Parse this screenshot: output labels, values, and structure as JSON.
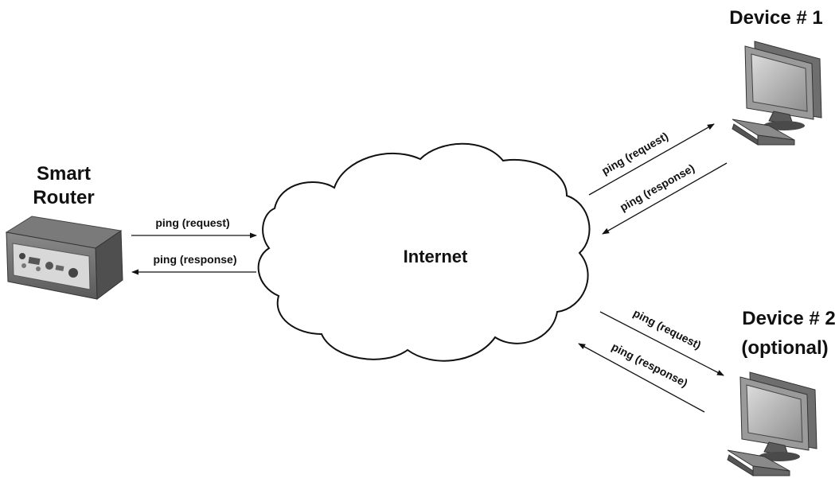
{
  "nodes": {
    "router": {
      "title_line1": "Smart",
      "title_line2": "Router"
    },
    "internet": {
      "label": "Internet"
    },
    "device1": {
      "title": "Device # 1"
    },
    "device2": {
      "title_line1": "Device # 2",
      "title_line2": "(optional)"
    }
  },
  "arrows": {
    "router_request": "ping (request)",
    "router_response": "ping (response)",
    "device1_request": "ping (request)",
    "device1_response": "ping (response)",
    "device2_request": "ping (request)",
    "device2_response": "ping (response)"
  },
  "icons": {
    "router": "router-icon",
    "cloud": "cloud-icon",
    "device1": "desktop-computer-icon",
    "device2": "desktop-computer-icon"
  }
}
